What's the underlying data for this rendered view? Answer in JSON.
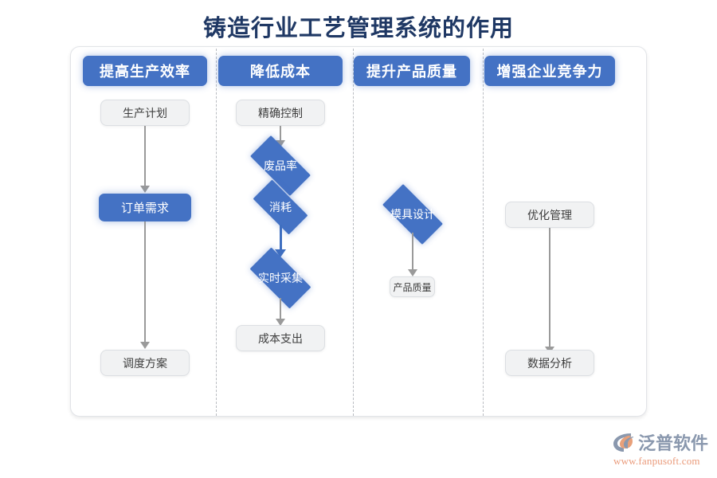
{
  "page": {
    "title": "铸造行业工艺管理系统的作用",
    "title_color": "#1f3864",
    "accent_color": "#4472c4",
    "background": "#ffffff"
  },
  "columns": [
    {
      "id": "col-efficiency",
      "header": "提高生产效率",
      "nodes": [
        {
          "label": "生产计划",
          "shape": "box",
          "style": "gray"
        },
        {
          "label": "订单需求",
          "shape": "box",
          "style": "blue"
        },
        {
          "label": "调度方案",
          "shape": "box",
          "style": "gray"
        }
      ]
    },
    {
      "id": "col-cost",
      "header": "降低成本",
      "nodes": [
        {
          "label": "精确控制",
          "shape": "box",
          "style": "gray"
        },
        {
          "label": "废品率",
          "shape": "diamond",
          "style": "blue"
        },
        {
          "label": "消耗",
          "shape": "diamond",
          "style": "blue"
        },
        {
          "label": "实时采集",
          "shape": "diamond",
          "style": "blue"
        },
        {
          "label": "成本支出",
          "shape": "box",
          "style": "gray"
        }
      ]
    },
    {
      "id": "col-quality",
      "header": "提升产品质量",
      "nodes": [
        {
          "label": "模具设计",
          "shape": "diamond",
          "style": "blue"
        },
        {
          "label": "产品质量",
          "shape": "box-small",
          "style": "gray"
        }
      ]
    },
    {
      "id": "col-competitiveness",
      "header": "增强企业竞争力",
      "nodes": [
        {
          "label": "优化管理",
          "shape": "box",
          "style": "gray"
        },
        {
          "label": "数据分析",
          "shape": "box",
          "style": "gray"
        }
      ]
    }
  ],
  "logo": {
    "brand": "泛普软件",
    "url": "www.fanpusoft.com",
    "brand_color": "#8a98ae",
    "url_color": "#ea9a7a",
    "mark_accent": "#e8a07a"
  }
}
